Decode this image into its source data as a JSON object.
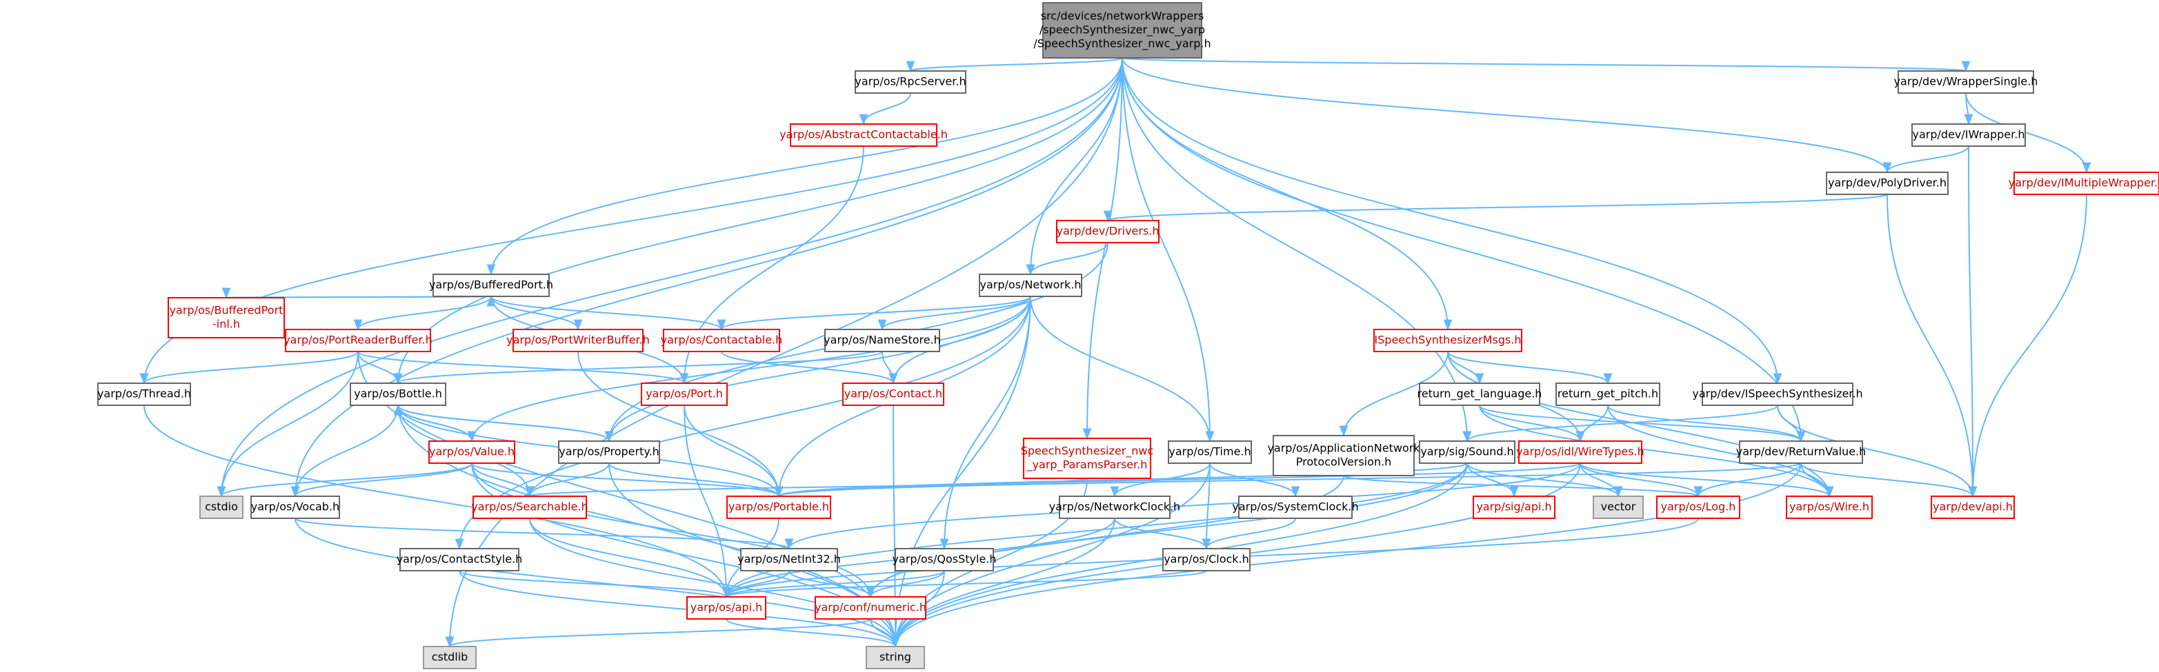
{
  "colors": {
    "edge": "#63b8ff",
    "node_fill": "#ffffff",
    "node_border_normal": "#666666",
    "node_border_incomplete": "#ff0000",
    "node_text": "#000000",
    "node_text_incomplete": "#cc0000",
    "root_fill": "#999999",
    "system_fill": "#e0e0e0",
    "system_border": "#999999"
  },
  "nodes": {
    "root": {
      "label": "src/devices/networkWrappers\n/speechSynthesizer_nwc_yarp\n/SpeechSynthesizer_nwc_yarp.h",
      "kind": "root"
    },
    "rpcserver": {
      "label": "yarp/os/RpcServer.h",
      "kind": "normal"
    },
    "abscontact": {
      "label": "yarp/os/AbstractContactable.h",
      "kind": "incomplete"
    },
    "wrappersingle": {
      "label": "yarp/dev/WrapperSingle.h",
      "kind": "normal"
    },
    "iwrapper": {
      "label": "yarp/dev/IWrapper.h",
      "kind": "normal"
    },
    "imultiwrapper": {
      "label": "yarp/dev/IMultipleWrapper.h",
      "kind": "incomplete"
    },
    "polydriver": {
      "label": "yarp/dev/PolyDriver.h",
      "kind": "normal"
    },
    "drivers": {
      "label": "yarp/dev/Drivers.h",
      "kind": "incomplete"
    },
    "network": {
      "label": "yarp/os/Network.h",
      "kind": "normal"
    },
    "bufferedport": {
      "label": "yarp/os/BufferedPort.h",
      "kind": "normal"
    },
    "bufferedportinl": {
      "label": "yarp/os/BufferedPort\n-inl.h",
      "kind": "incomplete"
    },
    "portreaderbuffer": {
      "label": "yarp/os/PortReaderBuffer.h",
      "kind": "incomplete"
    },
    "portwriterbuffer": {
      "label": "yarp/os/PortWriterBuffer.h",
      "kind": "incomplete"
    },
    "contactable": {
      "label": "yarp/os/Contactable.h",
      "kind": "incomplete"
    },
    "namestore": {
      "label": "yarp/os/NameStore.h",
      "kind": "normal"
    },
    "thread": {
      "label": "yarp/os/Thread.h",
      "kind": "normal"
    },
    "bottle": {
      "label": "yarp/os/Bottle.h",
      "kind": "normal"
    },
    "port": {
      "label": "yarp/os/Port.h",
      "kind": "incomplete"
    },
    "contact": {
      "label": "yarp/os/Contact.h",
      "kind": "incomplete"
    },
    "value": {
      "label": "yarp/os/Value.h",
      "kind": "incomplete"
    },
    "property": {
      "label": "yarp/os/Property.h",
      "kind": "normal"
    },
    "cstdio": {
      "label": "cstdio",
      "kind": "system"
    },
    "vocab": {
      "label": "yarp/os/Vocab.h",
      "kind": "normal"
    },
    "searchable": {
      "label": "yarp/os/Searchable.h",
      "kind": "incomplete"
    },
    "portable": {
      "label": "yarp/os/Portable.h",
      "kind": "incomplete"
    },
    "contactstyle": {
      "label": "yarp/os/ContactStyle.h",
      "kind": "normal"
    },
    "netint32": {
      "label": "yarp/os/NetInt32.h",
      "kind": "normal"
    },
    "qosstyle": {
      "label": "yarp/os/QosStyle.h",
      "kind": "normal"
    },
    "osapi": {
      "label": "yarp/os/api.h",
      "kind": "incomplete"
    },
    "numeric": {
      "label": "yarp/conf/numeric.h",
      "kind": "incomplete"
    },
    "cstdlib": {
      "label": "cstdlib",
      "kind": "system"
    },
    "string": {
      "label": "string",
      "kind": "system"
    },
    "speechparams": {
      "label": "SpeechSynthesizer_nwc\n_yarp_ParamsParser.h",
      "kind": "incomplete"
    },
    "time": {
      "label": "yarp/os/Time.h",
      "kind": "normal"
    },
    "networkclock": {
      "label": "yarp/os/NetworkClock.h",
      "kind": "normal"
    },
    "systemclock": {
      "label": "yarp/os/SystemClock.h",
      "kind": "normal"
    },
    "clock": {
      "label": "yarp/os/Clock.h",
      "kind": "normal"
    },
    "ispeechmsgs": {
      "label": "ISpeechSynthesizerMsgs.h",
      "kind": "incomplete"
    },
    "appnetwork": {
      "label": "yarp/os/ApplicationNetwork\nProtocolVersion.h",
      "kind": "normal"
    },
    "returnlang": {
      "label": "return_get_language.h",
      "kind": "normal"
    },
    "returnpitch": {
      "label": "return_get_pitch.h",
      "kind": "normal"
    },
    "sound": {
      "label": "yarp/sig/Sound.h",
      "kind": "normal"
    },
    "wiretypes": {
      "label": "yarp/os/idl/WireTypes.h",
      "kind": "incomplete"
    },
    "sigapi": {
      "label": "yarp/sig/api.h",
      "kind": "incomplete"
    },
    "vector": {
      "label": "vector",
      "kind": "system"
    },
    "ispeechsynth": {
      "label": "yarp/dev/ISpeechSynthesizer.h",
      "kind": "normal"
    },
    "returnvalue": {
      "label": "yarp/dev/ReturnValue.h",
      "kind": "normal"
    },
    "log": {
      "label": "yarp/os/Log.h",
      "kind": "incomplete"
    },
    "wire": {
      "label": "yarp/os/Wire.h",
      "kind": "incomplete"
    },
    "devapi": {
      "label": "yarp/dev/api.h",
      "kind": "incomplete"
    }
  },
  "edges": [
    [
      "root",
      "rpcserver"
    ],
    [
      "root",
      "wrappersingle"
    ],
    [
      "root",
      "polydriver"
    ],
    [
      "root",
      "network"
    ],
    [
      "root",
      "bufferedport"
    ],
    [
      "root",
      "thread"
    ],
    [
      "root",
      "bottle"
    ],
    [
      "root",
      "vocab"
    ],
    [
      "root",
      "cstdio"
    ],
    [
      "root",
      "cstdlib"
    ],
    [
      "root",
      "speechparams"
    ],
    [
      "root",
      "time"
    ],
    [
      "root",
      "ispeechmsgs"
    ],
    [
      "root",
      "sound"
    ],
    [
      "root",
      "ispeechsynth"
    ],
    [
      "root",
      "returnvalue"
    ],
    [
      "rpcserver",
      "abscontact"
    ],
    [
      "abscontact",
      "port"
    ],
    [
      "wrappersingle",
      "iwrapper"
    ],
    [
      "wrappersingle",
      "imultiwrapper"
    ],
    [
      "iwrapper",
      "polydriver"
    ],
    [
      "iwrapper",
      "devapi"
    ],
    [
      "imultiwrapper",
      "devapi"
    ],
    [
      "polydriver",
      "drivers"
    ],
    [
      "polydriver",
      "devapi"
    ],
    [
      "drivers",
      "network"
    ],
    [
      "drivers",
      "property"
    ],
    [
      "network",
      "namestore"
    ],
    [
      "network",
      "contact"
    ],
    [
      "network",
      "value"
    ],
    [
      "network",
      "property"
    ],
    [
      "network",
      "portable"
    ],
    [
      "network",
      "time"
    ],
    [
      "network",
      "qosstyle"
    ],
    [
      "network",
      "contactstyle"
    ],
    [
      "network",
      "string"
    ],
    [
      "network",
      "contactable"
    ],
    [
      "bufferedport",
      "bufferedportinl"
    ],
    [
      "bufferedport",
      "portreaderbuffer"
    ],
    [
      "bufferedport",
      "portwriterbuffer"
    ],
    [
      "bufferedport",
      "contactable"
    ],
    [
      "bufferedport",
      "port"
    ],
    [
      "bufferedportinl",
      "bufferedport"
    ],
    [
      "portreaderbuffer",
      "thread"
    ],
    [
      "portreaderbuffer",
      "bottle"
    ],
    [
      "portreaderbuffer",
      "port"
    ],
    [
      "portreaderbuffer",
      "cstdio"
    ],
    [
      "portreaderbuffer",
      "string"
    ],
    [
      "portwriterbuffer",
      "portable"
    ],
    [
      "contactable",
      "contact"
    ],
    [
      "namestore",
      "contact"
    ],
    [
      "namestore",
      "bottle"
    ],
    [
      "thread",
      "osapi"
    ],
    [
      "bottle",
      "value"
    ],
    [
      "bottle",
      "property"
    ],
    [
      "bottle",
      "vocab"
    ],
    [
      "bottle",
      "searchable"
    ],
    [
      "bottle",
      "portable"
    ],
    [
      "bottle",
      "string"
    ],
    [
      "value",
      "bottle"
    ],
    [
      "value",
      "vocab"
    ],
    [
      "value",
      "searchable"
    ],
    [
      "value",
      "portable"
    ],
    [
      "value",
      "numeric"
    ],
    [
      "value",
      "string"
    ],
    [
      "value",
      "cstdio"
    ],
    [
      "property",
      "bottle"
    ],
    [
      "property",
      "searchable"
    ],
    [
      "property",
      "portable"
    ],
    [
      "property",
      "string"
    ],
    [
      "port",
      "portable"
    ],
    [
      "port",
      "osapi"
    ],
    [
      "contact",
      "string"
    ],
    [
      "vocab",
      "netint32"
    ],
    [
      "vocab",
      "string"
    ],
    [
      "searchable",
      "osapi"
    ],
    [
      "searchable",
      "string"
    ],
    [
      "portable",
      "osapi"
    ],
    [
      "contactstyle",
      "osapi"
    ],
    [
      "contactstyle",
      "string"
    ],
    [
      "netint32",
      "osapi"
    ],
    [
      "netint32",
      "numeric"
    ],
    [
      "qosstyle",
      "osapi"
    ],
    [
      "qosstyle",
      "numeric"
    ],
    [
      "qosstyle",
      "string"
    ],
    [
      "numeric",
      "cstdlib"
    ],
    [
      "numeric",
      "string"
    ],
    [
      "osapi",
      "string"
    ],
    [
      "speechparams",
      "searchable"
    ],
    [
      "speechparams",
      "string"
    ],
    [
      "time",
      "networkclock"
    ],
    [
      "time",
      "systemclock"
    ],
    [
      "time",
      "clock"
    ],
    [
      "time",
      "string"
    ],
    [
      "networkclock",
      "clock"
    ],
    [
      "networkclock",
      "osapi"
    ],
    [
      "networkclock",
      "string"
    ],
    [
      "systemclock",
      "clock"
    ],
    [
      "clock",
      "osapi"
    ],
    [
      "ispeechmsgs",
      "appnetwork"
    ],
    [
      "ispeechmsgs",
      "returnlang"
    ],
    [
      "ispeechmsgs",
      "returnpitch"
    ],
    [
      "ispeechmsgs",
      "wiretypes"
    ],
    [
      "ispeechmsgs",
      "wire"
    ],
    [
      "appnetwork",
      "numeric"
    ],
    [
      "appnetwork",
      "log"
    ],
    [
      "returnlang",
      "wiretypes"
    ],
    [
      "returnlang",
      "returnvalue"
    ],
    [
      "returnlang",
      "wire"
    ],
    [
      "returnpitch",
      "wiretypes"
    ],
    [
      "returnpitch",
      "returnvalue"
    ],
    [
      "returnpitch",
      "wire"
    ],
    [
      "sound",
      "sigapi"
    ],
    [
      "sound",
      "vector"
    ],
    [
      "sound",
      "portable"
    ],
    [
      "sound",
      "numeric"
    ],
    [
      "sound",
      "string"
    ],
    [
      "sound",
      "osapi"
    ],
    [
      "wiretypes",
      "vector"
    ],
    [
      "wiretypes",
      "log"
    ],
    [
      "wiretypes",
      "wire"
    ],
    [
      "wiretypes",
      "string"
    ],
    [
      "wiretypes",
      "portable"
    ],
    [
      "wiretypes",
      "netint32"
    ],
    [
      "ispeechsynth",
      "returnvalue"
    ],
    [
      "ispeechsynth",
      "devapi"
    ],
    [
      "ispeechsynth",
      "sound"
    ],
    [
      "returnvalue",
      "log"
    ],
    [
      "returnvalue",
      "wire"
    ],
    [
      "returnvalue",
      "devapi"
    ],
    [
      "returnvalue",
      "string"
    ],
    [
      "returnvalue",
      "portable"
    ],
    [
      "log",
      "osapi"
    ]
  ]
}
